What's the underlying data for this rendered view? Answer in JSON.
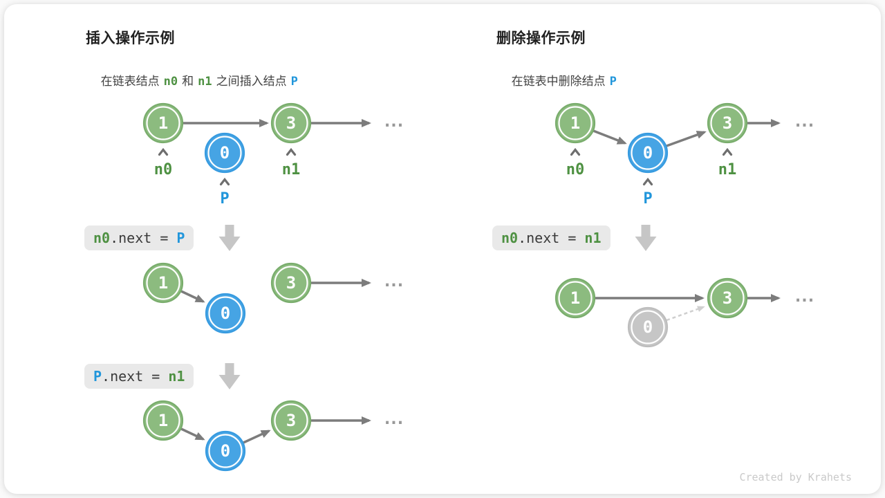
{
  "palette": {
    "node_green_fill": "#8CBB7F",
    "node_green_stroke": "#79AD6C",
    "node_blue_fill": "#46A4E4",
    "node_blue_stroke": "#379BE0",
    "node_gray_fill": "#C6C6C6",
    "arrow_gray": "#7C7C7C",
    "accent_green": "#4E9142",
    "accent_blue": "#2196DB",
    "codebox_bg": "#E9E9E9"
  },
  "insert": {
    "title": "插入操作示例",
    "subtitle": {
      "pre": "在链表结点",
      "n0": "n0",
      "mid": "和",
      "n1": "n1",
      "post": "之间插入结点",
      "p": "P"
    },
    "code1": {
      "a": "n0",
      "op": ".next = ",
      "b": "P"
    },
    "code2": {
      "a": "P",
      "op": ".next = ",
      "b": "n1"
    },
    "labels": {
      "n0": "n0",
      "n1": "n1",
      "p": "P"
    },
    "node1": "1",
    "node0": "0",
    "node3": "3",
    "ellipsis": "..."
  },
  "delete": {
    "title": "删除操作示例",
    "subtitle": {
      "pre": "在链表中删除结点",
      "p": "P"
    },
    "code1": {
      "a": "n0",
      "op": ".next = ",
      "b": "n1"
    },
    "labels": {
      "n0": "n0",
      "n1": "n1",
      "p": "P"
    },
    "node1": "1",
    "node0": "0",
    "node3": "3",
    "ellipsis": "..."
  },
  "footer": {
    "credit": "Created by Krahets"
  }
}
